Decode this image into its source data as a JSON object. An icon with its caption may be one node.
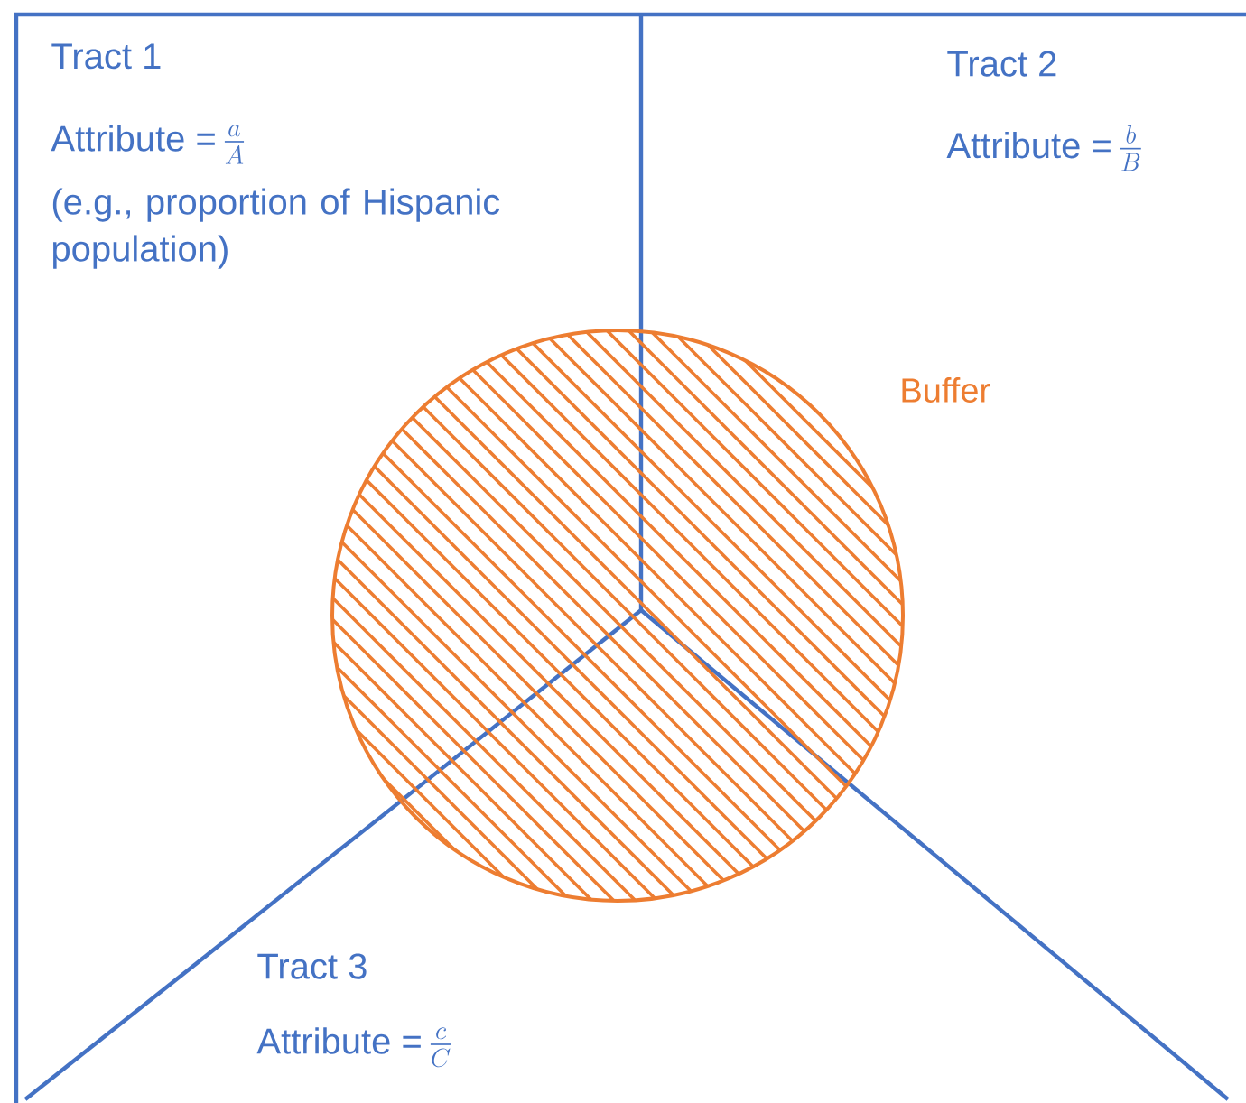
{
  "diagram": {
    "nodes": [
      {
        "text": [
          "Buffer"
        ]
      }
    ],
    "labels": [
      "Tract 1",
      "Attribute =",
      "\\frac{a}{A}",
      "(e.g., proportion of Hispanic population)",
      "Tract 2",
      "Attribute =",
      "\\frac{b}{B}",
      "Tract 3",
      "Attribute =",
      "\\frac{c}{C}"
    ]
  }
}
